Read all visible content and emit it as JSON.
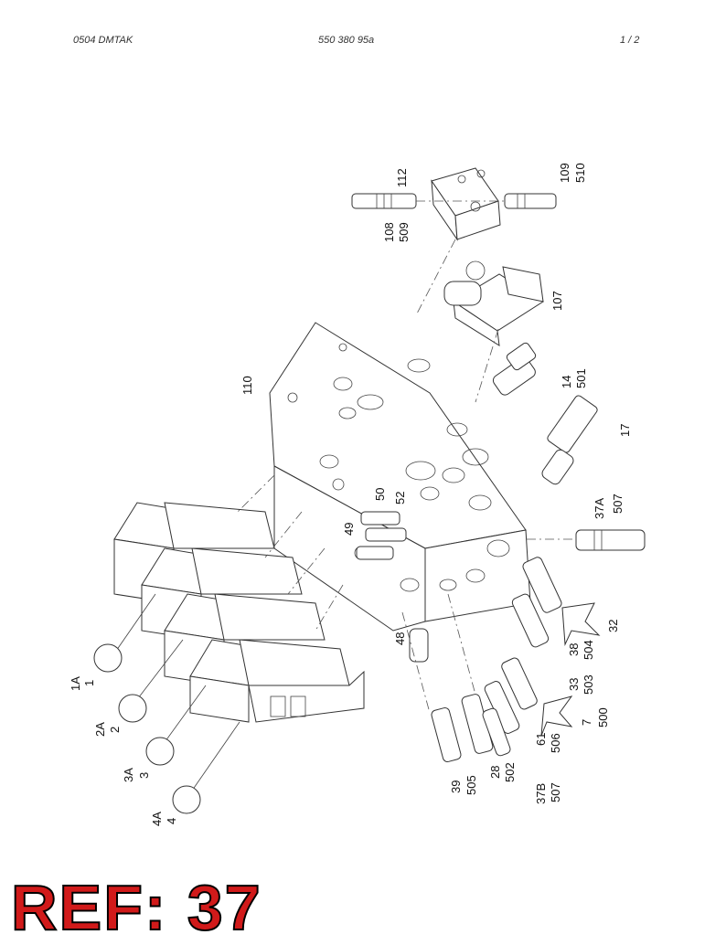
{
  "header": {
    "left": "0504   DMTAK",
    "center": "550 380 95a",
    "right": "1 /   2"
  },
  "reference": "REF: 37",
  "callouts": [
    {
      "id": "c112",
      "text": "112"
    },
    {
      "id": "c109",
      "text": "109"
    },
    {
      "id": "c510",
      "text": "510"
    },
    {
      "id": "c108",
      "text": "108"
    },
    {
      "id": "c509",
      "text": "509"
    },
    {
      "id": "c107",
      "text": "107"
    },
    {
      "id": "c110",
      "text": "110"
    },
    {
      "id": "c14",
      "text": "14"
    },
    {
      "id": "c501",
      "text": "501"
    },
    {
      "id": "c17",
      "text": "17"
    },
    {
      "id": "c50",
      "text": "50"
    },
    {
      "id": "c52",
      "text": "52"
    },
    {
      "id": "c49",
      "text": "49"
    },
    {
      "id": "c37A",
      "text": "37A"
    },
    {
      "id": "c507a",
      "text": "507"
    },
    {
      "id": "c48",
      "text": "48"
    },
    {
      "id": "c32",
      "text": "32"
    },
    {
      "id": "c38",
      "text": "38"
    },
    {
      "id": "c504",
      "text": "504"
    },
    {
      "id": "c33",
      "text": "33"
    },
    {
      "id": "c503",
      "text": "503"
    },
    {
      "id": "c7",
      "text": "7"
    },
    {
      "id": "c500",
      "text": "500"
    },
    {
      "id": "c61",
      "text": "61"
    },
    {
      "id": "c506",
      "text": "506"
    },
    {
      "id": "c28",
      "text": "28"
    },
    {
      "id": "c502",
      "text": "502"
    },
    {
      "id": "c39",
      "text": "39"
    },
    {
      "id": "c505",
      "text": "505"
    },
    {
      "id": "c37B",
      "text": "37B"
    },
    {
      "id": "c507b",
      "text": "507"
    },
    {
      "id": "c1A",
      "text": "1A"
    },
    {
      "id": "c1",
      "text": "1"
    },
    {
      "id": "c2A",
      "text": "2A"
    },
    {
      "id": "c2",
      "text": "2"
    },
    {
      "id": "c3A",
      "text": "3A"
    },
    {
      "id": "c3",
      "text": "3"
    },
    {
      "id": "c4A",
      "text": "4A"
    },
    {
      "id": "c4",
      "text": "4"
    }
  ]
}
